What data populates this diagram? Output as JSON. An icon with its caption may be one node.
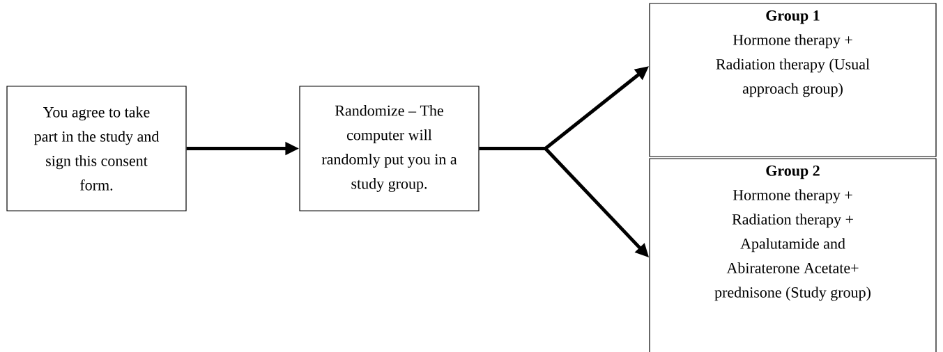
{
  "diagram": {
    "nodes": [
      {
        "text": [
          "You agree to take part in the study and sign this consent form."
        ]
      },
      {
        "text": [
          "Randomize – The computer will randomly put you in a study group."
        ]
      },
      {
        "text": [
          "Group 1",
          "Hormone therapy + Radiation therapy (Usual approach group)"
        ]
      },
      {
        "text": [
          "Group 2",
          "Hormone therapy + Radiation therapy + Apalutamide and Abiraterone Acetate+ prednisone (Study group)"
        ]
      }
    ],
    "edges": [
      {
        "from": 0,
        "to": 1,
        "arrow": "to"
      },
      {
        "from": 1,
        "to": 2,
        "arrow": "to"
      },
      {
        "from": 1,
        "to": 3,
        "arrow": "to"
      }
    ]
  }
}
